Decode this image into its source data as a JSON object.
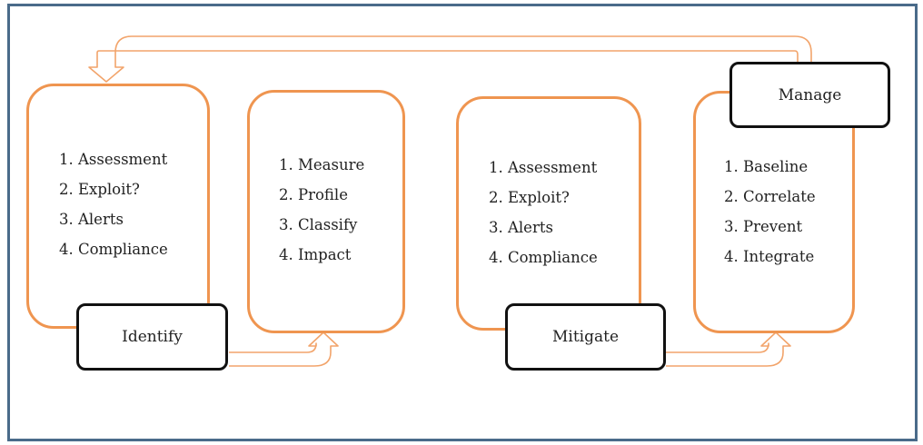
{
  "phases": {
    "identify": {
      "label": "Identify",
      "items": [
        "1. Assessment",
        "2. Exploit?",
        "3. Alerts",
        "4. Compliance"
      ]
    },
    "measure": {
      "items": [
        "1. Measure",
        "2. Profile",
        "3. Classify",
        "4. Impact"
      ]
    },
    "mitigate": {
      "label": "Mitigate",
      "items": [
        "1. Assessment",
        "2. Exploit?",
        "3. Alerts",
        "4. Compliance"
      ]
    },
    "manage": {
      "label": "Manage",
      "items": [
        "1. Baseline",
        "2. Correlate",
        "3. Prevent",
        "4. Integrate"
      ]
    }
  },
  "colors": {
    "card_border": "#ef9550",
    "arrow": "#f2a46b",
    "label_border": "#111111",
    "frame": "#4a6b8a"
  }
}
